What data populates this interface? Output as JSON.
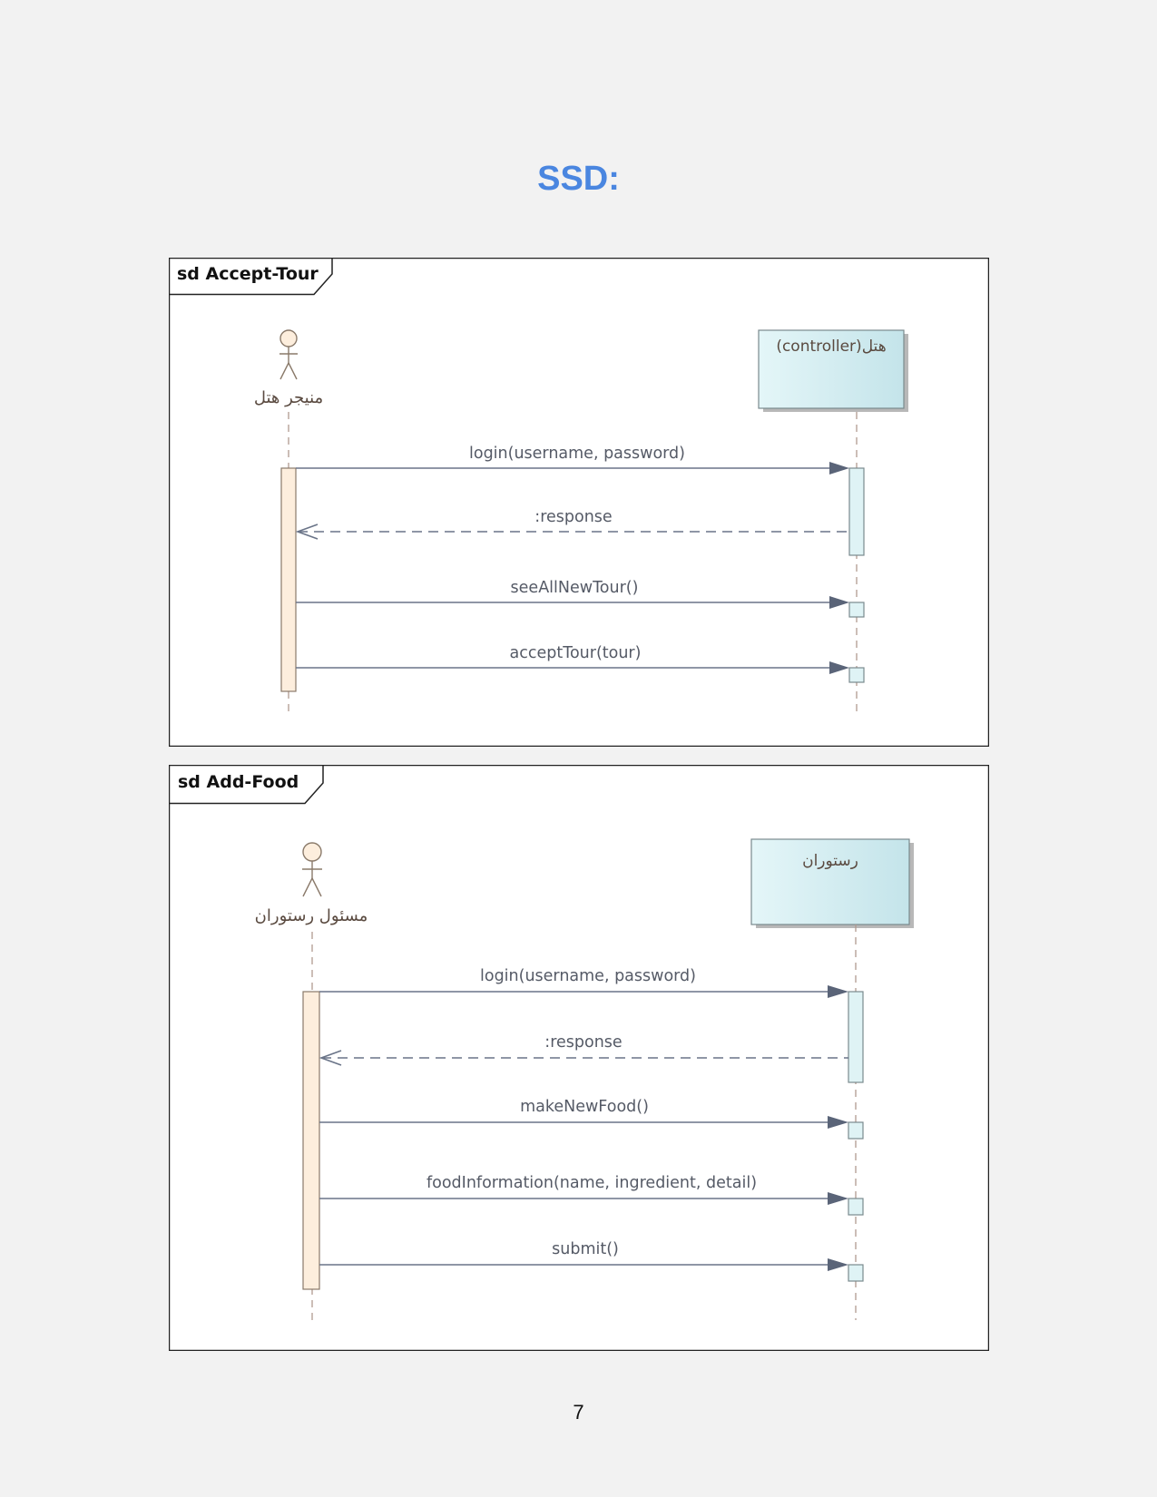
{
  "page": {
    "title": "SSD:",
    "page_number": "7"
  },
  "diagrams": [
    {
      "frame_label": "sd Accept-Tour",
      "actor": "منیجر هتل",
      "object": "(controller)هتل",
      "messages": [
        {
          "text": "login(username, password)",
          "kind": "sync"
        },
        {
          "text": ":response",
          "kind": "reply"
        },
        {
          "text": "seeAllNewTour()",
          "kind": "sync"
        },
        {
          "text": "acceptTour(tour)",
          "kind": "sync"
        }
      ]
    },
    {
      "frame_label": "sd Add-Food",
      "actor": "مسئول رستوران",
      "object": "رستوران",
      "messages": [
        {
          "text": "login(username, password)",
          "kind": "sync"
        },
        {
          "text": ":response",
          "kind": "reply"
        },
        {
          "text": "makeNewFood()",
          "kind": "sync"
        },
        {
          "text": "foodInformation(name, ingredient, detail)",
          "kind": "sync"
        },
        {
          "text": "submit()",
          "kind": "sync"
        }
      ]
    }
  ],
  "colors": {
    "title": "#4a86e0",
    "message_line": "#6a7488",
    "lifeline": "#b09a90",
    "actor_activation": "#fdeedd",
    "object_activation": "#dff3f5",
    "object_box": "#cde9ee"
  }
}
